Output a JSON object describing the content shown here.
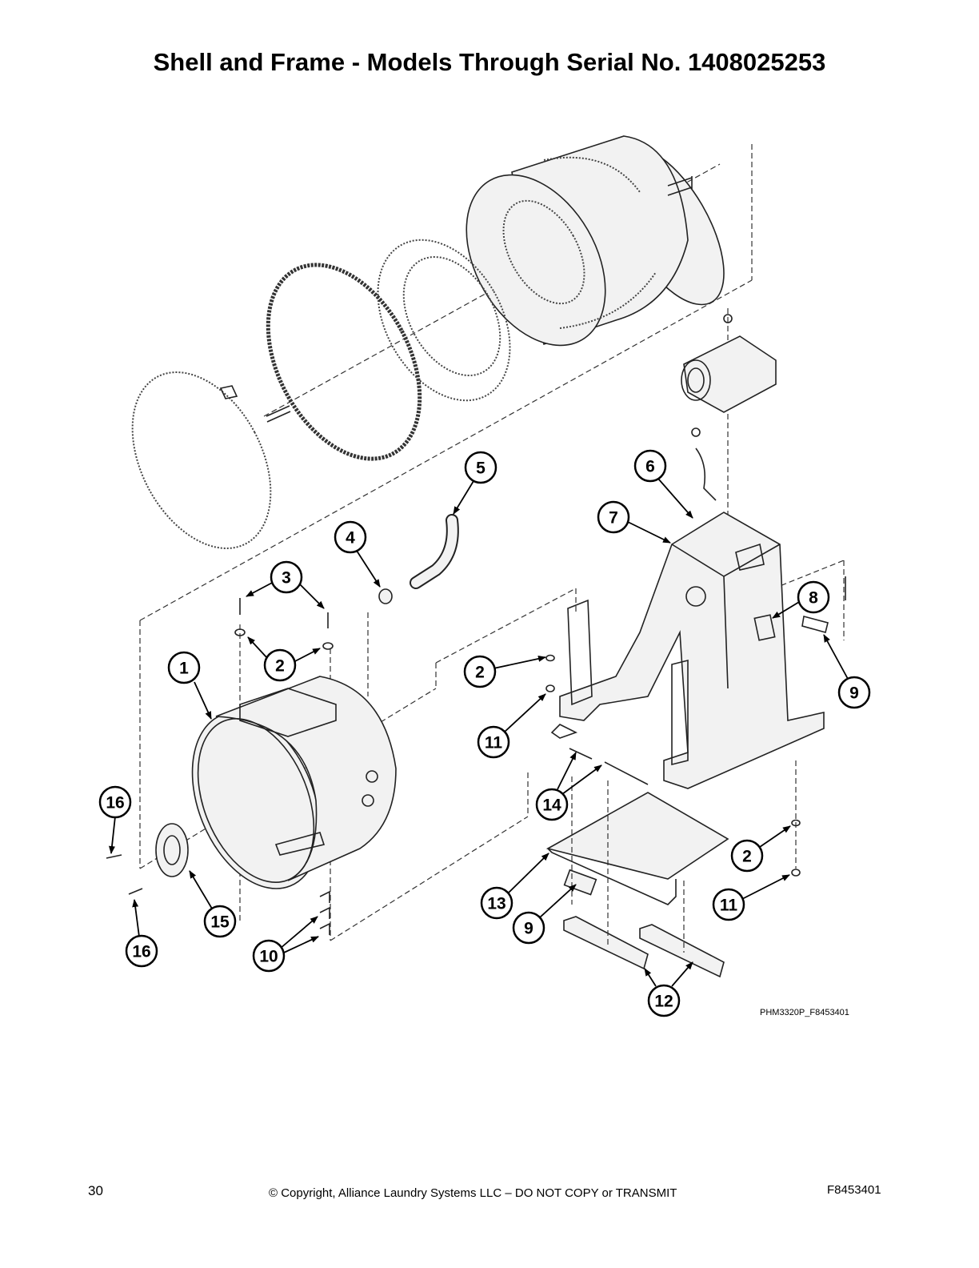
{
  "page_title": "Shell and Frame - Models Through Serial No. 1408025253",
  "figure_code": "PHM3320P_F8453401",
  "callouts": [
    "1",
    "2",
    "3",
    "4",
    "5",
    "6",
    "7",
    "8",
    "9",
    "10",
    "11",
    "12",
    "13",
    "14",
    "15",
    "16"
  ],
  "footer": {
    "page_number": "30",
    "copyright": "© Copyright, Alliance Laundry Systems LLC – DO NOT COPY or TRANSMIT",
    "doc_code": "F8453401"
  }
}
